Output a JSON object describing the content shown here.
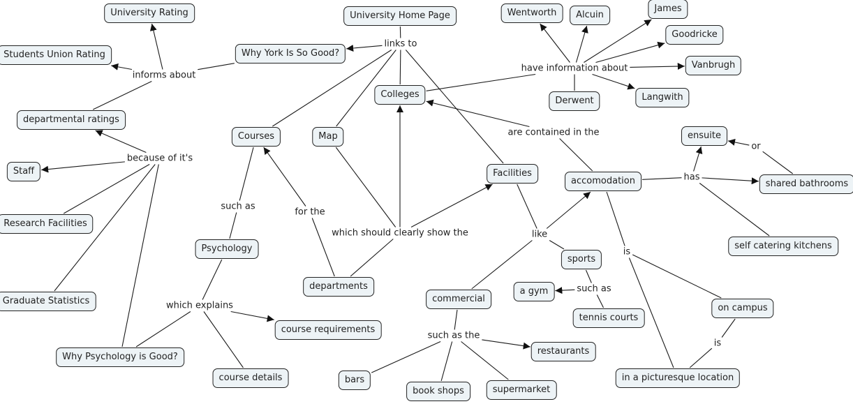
{
  "concepts": {
    "university_rating": "University Rating",
    "students_union_rating": "Students Union Rating",
    "departmental_ratings": "departmental ratings",
    "staff": "Staff",
    "research_facilities": "Research Facilities",
    "graduate_statistics": "Graduate Statistics",
    "why_psychology": "Why Psychology is Good?",
    "why_york": "Why York Is So Good?",
    "home_page": "University Home Page",
    "courses": "Courses",
    "map": "Map",
    "colleges": "Colleges",
    "psychology": "Psychology",
    "departments": "departments",
    "course_requirements": "course requirements",
    "course_details": "course details",
    "facilities": "Facilities",
    "wentworth": "Wentworth",
    "alcuin": "Alcuin",
    "james": "James",
    "goodricke": "Goodricke",
    "vanbrugh": "Vanbrugh",
    "derwent": "Derwent",
    "langwith": "Langwith",
    "accomodation": "accomodation",
    "ensuite": "ensuite",
    "shared_bathrooms": "shared bathrooms",
    "self_catering": "self catering kitchens",
    "sports": "sports",
    "a_gym": "a gym",
    "tennis_courts": "tennis courts",
    "commercial": "commercial",
    "restaurants": "restaurants",
    "bars": "bars",
    "book_shops": "book shops",
    "supermarket": "supermarket",
    "on_campus": "on campus",
    "picturesque": "in a picturesque location"
  },
  "link_phrases": {
    "informs_about": "informs about",
    "because_of": "because of it's",
    "links_to": "links to",
    "have_info": "have information about",
    "such_as_courses": "such as",
    "for_the": "for the",
    "which_show": "which should clearly show the",
    "are_contained": "are contained in the",
    "which_explains": "which explains",
    "has": "has",
    "or": "or",
    "like": "like",
    "such_as_sports": "such as",
    "such_as_the": "such as the",
    "is_accom": "is",
    "is_campus": "is"
  },
  "connections": [
    [
      "why_york",
      "informs_about",
      false
    ],
    [
      "informs_about",
      "university_rating",
      true
    ],
    [
      "informs_about",
      "students_union_rating",
      true
    ],
    [
      "departmental_ratings",
      "informs_about",
      false
    ],
    [
      "because_of",
      "departmental_ratings",
      true
    ],
    [
      "because_of",
      "staff",
      true
    ],
    [
      "because_of",
      "research_facilities",
      false
    ],
    [
      "because_of",
      "graduate_statistics",
      false
    ],
    [
      "because_of",
      "why_psychology",
      false
    ],
    [
      "home_page",
      "links_to",
      false
    ],
    [
      "links_to",
      "why_york",
      true
    ],
    [
      "links_to",
      "courses",
      false
    ],
    [
      "links_to",
      "map",
      false
    ],
    [
      "links_to",
      "colleges",
      false
    ],
    [
      "links_to",
      "facilities",
      false
    ],
    [
      "colleges",
      "have_info",
      false
    ],
    [
      "have_info",
      "wentworth",
      true
    ],
    [
      "have_info",
      "alcuin",
      true
    ],
    [
      "have_info",
      "james",
      true
    ],
    [
      "have_info",
      "goodricke",
      true
    ],
    [
      "have_info",
      "vanbrugh",
      true
    ],
    [
      "have_info",
      "langwith",
      true
    ],
    [
      "have_info",
      "derwent",
      false
    ],
    [
      "courses",
      "such_as_courses",
      false
    ],
    [
      "such_as_courses",
      "psychology",
      false
    ],
    [
      "departments",
      "for_the",
      false
    ],
    [
      "for_the",
      "courses",
      true
    ],
    [
      "map",
      "which_show",
      false
    ],
    [
      "departments",
      "which_show",
      false
    ],
    [
      "which_show",
      "colleges",
      true
    ],
    [
      "which_show",
      "facilities",
      true
    ],
    [
      "accomodation",
      "are_contained",
      false
    ],
    [
      "are_contained",
      "colleges",
      true
    ],
    [
      "psychology",
      "which_explains",
      false
    ],
    [
      "why_psychology",
      "which_explains",
      false
    ],
    [
      "which_explains",
      "course_requirements",
      true
    ],
    [
      "which_explains",
      "course_details",
      false
    ],
    [
      "accomodation",
      "has",
      false
    ],
    [
      "has",
      "ensuite",
      true
    ],
    [
      "has",
      "shared_bathrooms",
      true
    ],
    [
      "has",
      "self_catering",
      false
    ],
    [
      "shared_bathrooms",
      "or",
      false
    ],
    [
      "or",
      "ensuite",
      true
    ],
    [
      "facilities",
      "like",
      false
    ],
    [
      "like",
      "accomodation",
      true
    ],
    [
      "like",
      "sports",
      false
    ],
    [
      "like",
      "commercial",
      false
    ],
    [
      "sports",
      "such_as_sports",
      false
    ],
    [
      "such_as_sports",
      "a_gym",
      true
    ],
    [
      "such_as_sports",
      "tennis_courts",
      false
    ],
    [
      "commercial",
      "such_as_the",
      false
    ],
    [
      "such_as_the",
      "restaurants",
      true
    ],
    [
      "such_as_the",
      "bars",
      false
    ],
    [
      "such_as_the",
      "book_shops",
      false
    ],
    [
      "such_as_the",
      "supermarket",
      false
    ],
    [
      "accomodation",
      "is_accom",
      false
    ],
    [
      "is_accom",
      "on_campus",
      false
    ],
    [
      "is_accom",
      "picturesque",
      false
    ],
    [
      "on_campus",
      "is_campus",
      false
    ],
    [
      "is_campus",
      "picturesque",
      false
    ]
  ],
  "colors": {
    "node_fill": "#edf3f6",
    "node_border": "#222222",
    "line": "#1a1a1a"
  }
}
